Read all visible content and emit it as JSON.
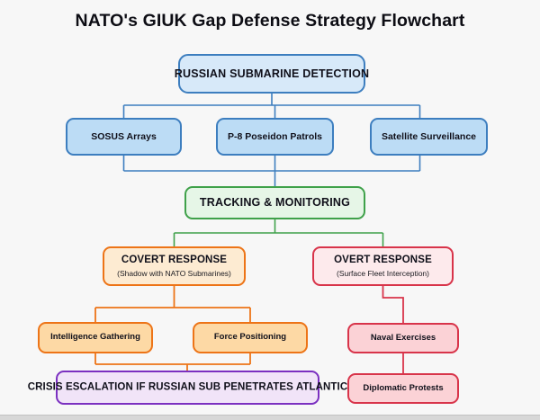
{
  "chart_data": {
    "type": "diagram",
    "title": "NATO's GIUK Gap Defense Strategy Flowchart",
    "layout": "top-down flowchart",
    "nodes": [
      {
        "id": "detection",
        "label": "RUSSIAN SUBMARINE DETECTION",
        "stage": 1,
        "color_fill": "#d7e9f9",
        "color_border": "#3d7ebf"
      },
      {
        "id": "sosus",
        "label": "SOSUS Arrays",
        "stage": 2,
        "color_fill": "#bcdcf5",
        "color_border": "#3d7ebf"
      },
      {
        "id": "p8",
        "label": "P-8 Poseidon Patrols",
        "stage": 2,
        "color_fill": "#bcdcf5",
        "color_border": "#3d7ebf"
      },
      {
        "id": "satellite",
        "label": "Satellite Surveillance",
        "stage": 2,
        "color_fill": "#bcdcf5",
        "color_border": "#3d7ebf"
      },
      {
        "id": "tracking",
        "label": "TRACKING & MONITORING",
        "stage": 3,
        "color_fill": "#e6f6e7",
        "color_border": "#3fa14a"
      },
      {
        "id": "covert",
        "label": "COVERT RESPONSE",
        "sublabel": "(Shadow with NATO Submarines)",
        "stage": 4,
        "color_fill": "#fdebd2",
        "color_border": "#ed7417"
      },
      {
        "id": "overt",
        "label": "OVERT RESPONSE",
        "sublabel": "(Surface Fleet Interception)",
        "stage": 4,
        "color_fill": "#fdeaec",
        "color_border": "#d8344a"
      },
      {
        "id": "intel",
        "label": "Intelligence Gathering",
        "stage": 5,
        "color_fill": "#fdd9a5",
        "color_border": "#ed7417"
      },
      {
        "id": "force",
        "label": "Force Positioning",
        "stage": 5,
        "color_fill": "#fdd9a5",
        "color_border": "#ed7417"
      },
      {
        "id": "naval",
        "label": "Naval Exercises",
        "stage": 5,
        "color_fill": "#fbd2d6",
        "color_border": "#d8344a"
      },
      {
        "id": "diplomatic",
        "label": "Diplomatic Protests",
        "stage": 6,
        "color_fill": "#fbd2d6",
        "color_border": "#d8344a"
      },
      {
        "id": "crisis",
        "label": "CRISIS ESCALATION IF RUSSIAN SUB PENETRATES ATLANTIC",
        "stage": 6,
        "color_fill": "#f1e4f8",
        "color_border": "#7b30c0"
      }
    ],
    "edges": [
      {
        "from": "detection",
        "to": "sosus",
        "color": "#3d7ebf"
      },
      {
        "from": "detection",
        "to": "p8",
        "color": "#3d7ebf"
      },
      {
        "from": "detection",
        "to": "satellite",
        "color": "#3d7ebf"
      },
      {
        "from": "sosus",
        "to": "tracking",
        "color": "#3d7ebf"
      },
      {
        "from": "p8",
        "to": "tracking",
        "color": "#3d7ebf"
      },
      {
        "from": "satellite",
        "to": "tracking",
        "color": "#3d7ebf"
      },
      {
        "from": "tracking",
        "to": "covert",
        "color": "#3fa14a"
      },
      {
        "from": "tracking",
        "to": "overt",
        "color": "#3fa14a"
      },
      {
        "from": "covert",
        "to": "intel",
        "color": "#ed7417"
      },
      {
        "from": "covert",
        "to": "force",
        "color": "#ed7417"
      },
      {
        "from": "overt",
        "to": "naval",
        "color": "#d8344a"
      },
      {
        "from": "naval",
        "to": "diplomatic",
        "color": "#d8344a"
      },
      {
        "from": "intel",
        "to": "crisis",
        "color": "#ed7417"
      },
      {
        "from": "force",
        "to": "crisis",
        "color": "#ed7417"
      }
    ]
  },
  "title": "NATO's GIUK Gap Defense Strategy Flowchart",
  "nodes": {
    "detection": {
      "label": "RUSSIAN SUBMARINE DETECTION"
    },
    "sosus": {
      "label": "SOSUS Arrays"
    },
    "p8": {
      "label": "P-8 Poseidon Patrols"
    },
    "satellite": {
      "label": "Satellite Surveillance"
    },
    "tracking": {
      "label": "TRACKING & MONITORING"
    },
    "covert": {
      "label": "COVERT RESPONSE",
      "sublabel": "(Shadow with NATO Submarines)"
    },
    "overt": {
      "label": "OVERT RESPONSE",
      "sublabel": "(Surface Fleet Interception)"
    },
    "intel": {
      "label": "Intelligence Gathering"
    },
    "force": {
      "label": "Force Positioning"
    },
    "naval": {
      "label": "Naval Exercises"
    },
    "diplomatic": {
      "label": "Diplomatic Protests"
    },
    "crisis": {
      "label": "CRISIS ESCALATION IF RUSSIAN SUB PENETRATES ATLANTIC"
    }
  },
  "colors": {
    "background": "#f7f7f7",
    "blue_border": "#3d7ebf",
    "blue_fill_light": "#d7e9f9",
    "blue_fill": "#bcdcf5",
    "green_border": "#3fa14a",
    "green_fill": "#e6f6e7",
    "orange_border": "#ed7417",
    "orange_fill_light": "#fdebd2",
    "orange_fill": "#fdd9a5",
    "red_border": "#d8344a",
    "red_fill_light": "#fdeaec",
    "red_fill": "#fbd2d6",
    "purple_border": "#7b30c0",
    "purple_fill": "#f1e4f8",
    "text": "#10101a"
  }
}
